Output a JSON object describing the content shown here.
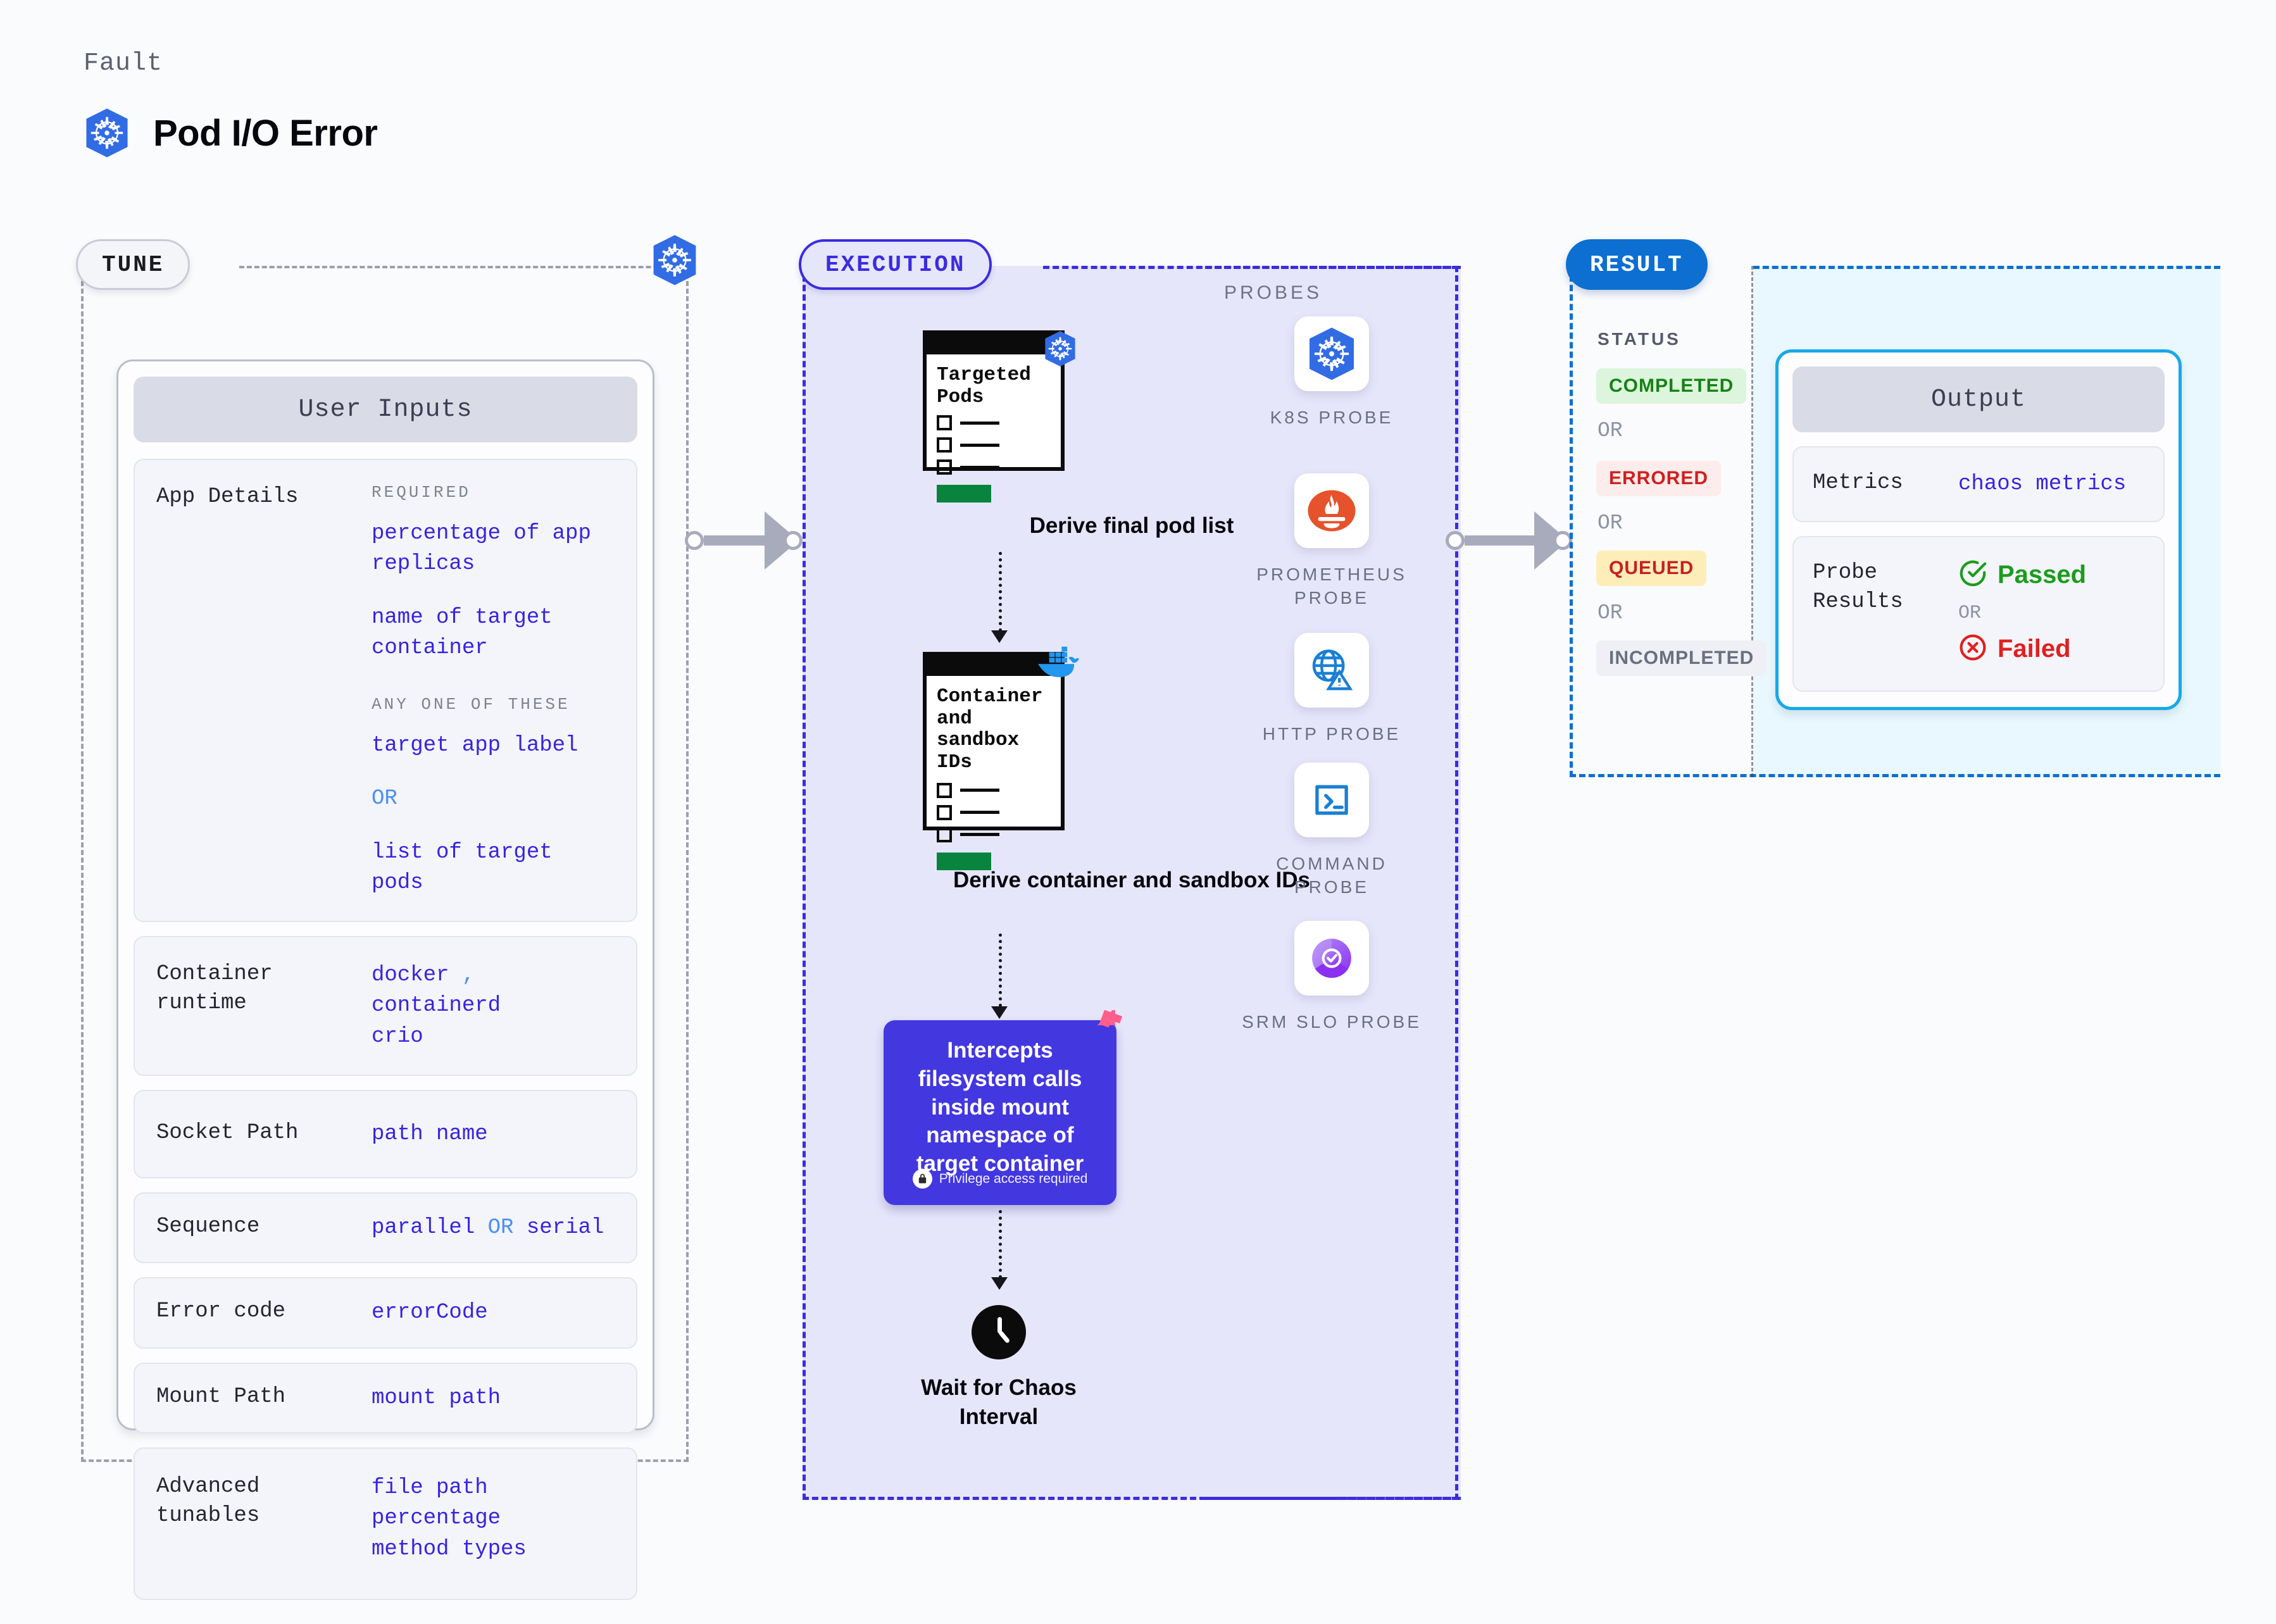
{
  "header": {
    "kicker": "Fault",
    "title": "Pod I/O Error",
    "icon": "kubernetes-icon"
  },
  "tune": {
    "pill": "TUNE",
    "card_title": "User Inputs",
    "badge_icon": "kubernetes-icon",
    "fields": [
      {
        "label": "App Details",
        "groups": [
          {
            "meta": "REQUIRED",
            "lines": [
              "percentage of app replicas",
              "name of target container"
            ]
          },
          {
            "meta": "ANY ONE OF THESE",
            "lines": [
              "target app label",
              "OR",
              "list of target pods"
            ]
          }
        ]
      },
      {
        "label": "Container runtime",
        "lines": [
          "docker , containerd",
          "crio"
        ]
      },
      {
        "label": "Socket Path",
        "lines": [
          "path name"
        ]
      },
      {
        "label": "Sequence",
        "lines": [
          "parallel OR serial"
        ]
      },
      {
        "label": "Error code",
        "lines": [
          "errorCode"
        ]
      },
      {
        "label": "Mount Path",
        "lines": [
          "mount path"
        ]
      },
      {
        "label": "Advanced tunables",
        "lines": [
          "file path",
          "percentage",
          "method types"
        ]
      }
    ]
  },
  "execution": {
    "pill": "EXECUTION",
    "steps": [
      {
        "doc_title": "Targeted Pods",
        "caption": "Derive final pod list",
        "badge_icon": "kubernetes-icon"
      },
      {
        "doc_title": "Container and sandbox IDs",
        "caption": "Derive container and sandbox IDs",
        "badge_icon": "docker-icon"
      }
    ],
    "intercept": {
      "text": "Intercepts filesystem calls inside mount namespace of target container",
      "note": "Privilege access required",
      "note_icon": "lock-icon",
      "corner_icon": "chaos-icon"
    },
    "wait": {
      "caption": "Wait for Chaos Interval",
      "icon": "clock-icon"
    }
  },
  "probes": {
    "title": "PROBES",
    "items": [
      {
        "label": "K8S PROBE",
        "icon": "kubernetes-icon"
      },
      {
        "label": "PROMETHEUS PROBE",
        "icon": "prometheus-icon"
      },
      {
        "label": "HTTP PROBE",
        "icon": "http-globe-warning-icon"
      },
      {
        "label": "COMMAND PROBE",
        "icon": "terminal-icon"
      },
      {
        "label": "SRM SLO PROBE",
        "icon": "srm-slo-icon"
      }
    ]
  },
  "result": {
    "pill": "RESULT",
    "status_title": "STATUS",
    "statuses": [
      {
        "label": "COMPLETED",
        "bg": "#dcf5dc",
        "fg": "#178117"
      },
      {
        "label": "ERRORED",
        "bg": "#fdecec",
        "fg": "#cf2020"
      },
      {
        "label": "QUEUED",
        "bg": "#fdeeb9",
        "fg": "#c72020"
      },
      {
        "label": "INCOMPLETED",
        "bg": "#eef0f5",
        "fg": "#6a7080"
      }
    ],
    "or_label": "OR",
    "output": {
      "title": "Output",
      "metrics_label": "Metrics",
      "metrics_value": "chaos metrics",
      "probe_label": "Probe Results",
      "passed": "Passed",
      "failed": "Failed",
      "or_label": "OR"
    }
  },
  "colors": {
    "k8s_blue": "#326ce5",
    "exec_purple": "#3b2ce0",
    "result_blue": "#0d6fd1",
    "output_cyan": "#18a8e8",
    "value_indigo": "#3823e0",
    "or_blue": "#4d8ef7",
    "pass_green": "#1d9b1d",
    "fail_red": "#e02020"
  }
}
